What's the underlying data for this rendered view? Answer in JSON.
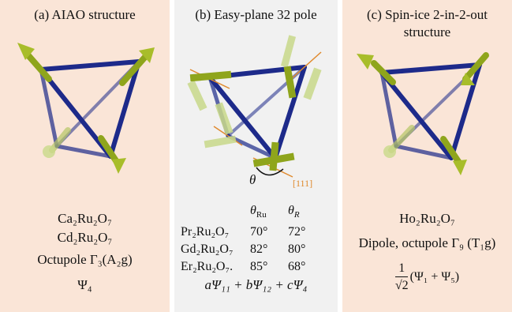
{
  "panel_a": {
    "title": "(a) AIAO structure",
    "compound1": "Ca₂Ru₂O₇",
    "compound2": "Cd₂Ru₂O₇",
    "irrep": "Octupole Γ₃(A₂g)",
    "state": "Ψ₄"
  },
  "panel_b": {
    "title": "(b) Easy-plane 32 pole",
    "theta_symbol": "θ",
    "direction_label": "[111]",
    "table_headers": [
      "",
      "θRu",
      "θR"
    ],
    "table_rows": [
      [
        "Pr₂Ru₂O₇",
        "70°",
        "72°"
      ],
      [
        "Gd₂Ru₂O₇",
        "82°",
        "80°"
      ],
      [
        "Er₂Ru₂O₇.",
        "85°",
        "68°"
      ]
    ],
    "state": "aΨ₁₁ + bΨ₁₂ + cΨ₄"
  },
  "panel_c": {
    "title_line1": "(c) Spin-ice 2-in-2-out",
    "title_line2": "structure",
    "compound": "Ho₂Ru₂O₇",
    "irrep": "Dipole, octupole Γ₉ (T₁g)",
    "state_num": "1",
    "state_den": "√2",
    "state_rest": "(Ψ₁ + Ψ₅)"
  },
  "colors": {
    "panel_bg_peach": "#fae5d7",
    "panel_bg_gray": "#f1f1f1",
    "bond": "#1d2a8a",
    "arrow": "#8fa51c",
    "arrow_light": "#c9d98a",
    "accent_orange": "#e08a2e"
  }
}
